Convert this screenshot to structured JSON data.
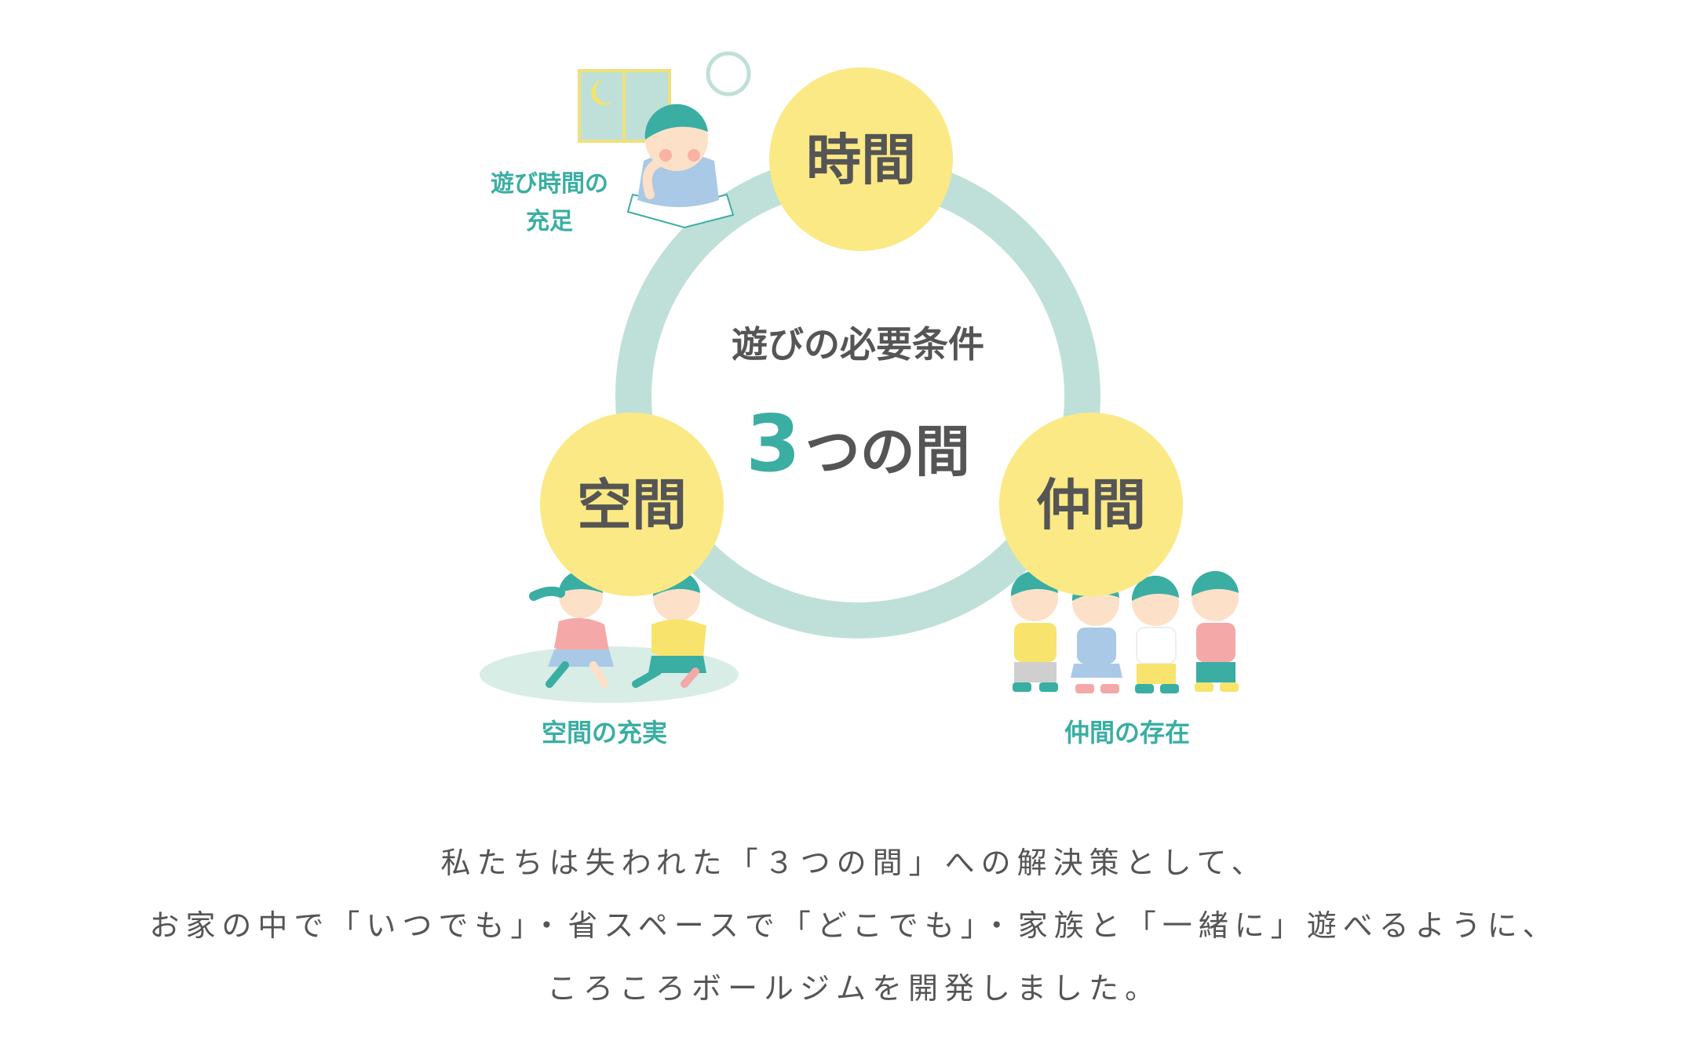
{
  "diagram": {
    "center_title": "遊びの必要条件",
    "center_number": "3",
    "center_suffix": "つの間",
    "nodes": {
      "top": {
        "label": "時間",
        "caption_line1": "遊び時間の",
        "caption_line2": "充足"
      },
      "left": {
        "label": "空間",
        "caption": "空間の充実"
      },
      "right": {
        "label": "仲間",
        "caption": "仲間の存在"
      }
    }
  },
  "colors": {
    "ring": "#bfe0d8",
    "node_fill": "#fbe985",
    "accent_teal": "#3aaea3",
    "text_dark": "#555555"
  },
  "caption": {
    "line1": "私たちは失われた「３つの間」への解決策として、",
    "line2": "お家の中で「いつでも」・省スペースで「どこでも」・家族と「一緒に」遊べるように、",
    "line3": "ころころボールジムを開発しました。"
  }
}
